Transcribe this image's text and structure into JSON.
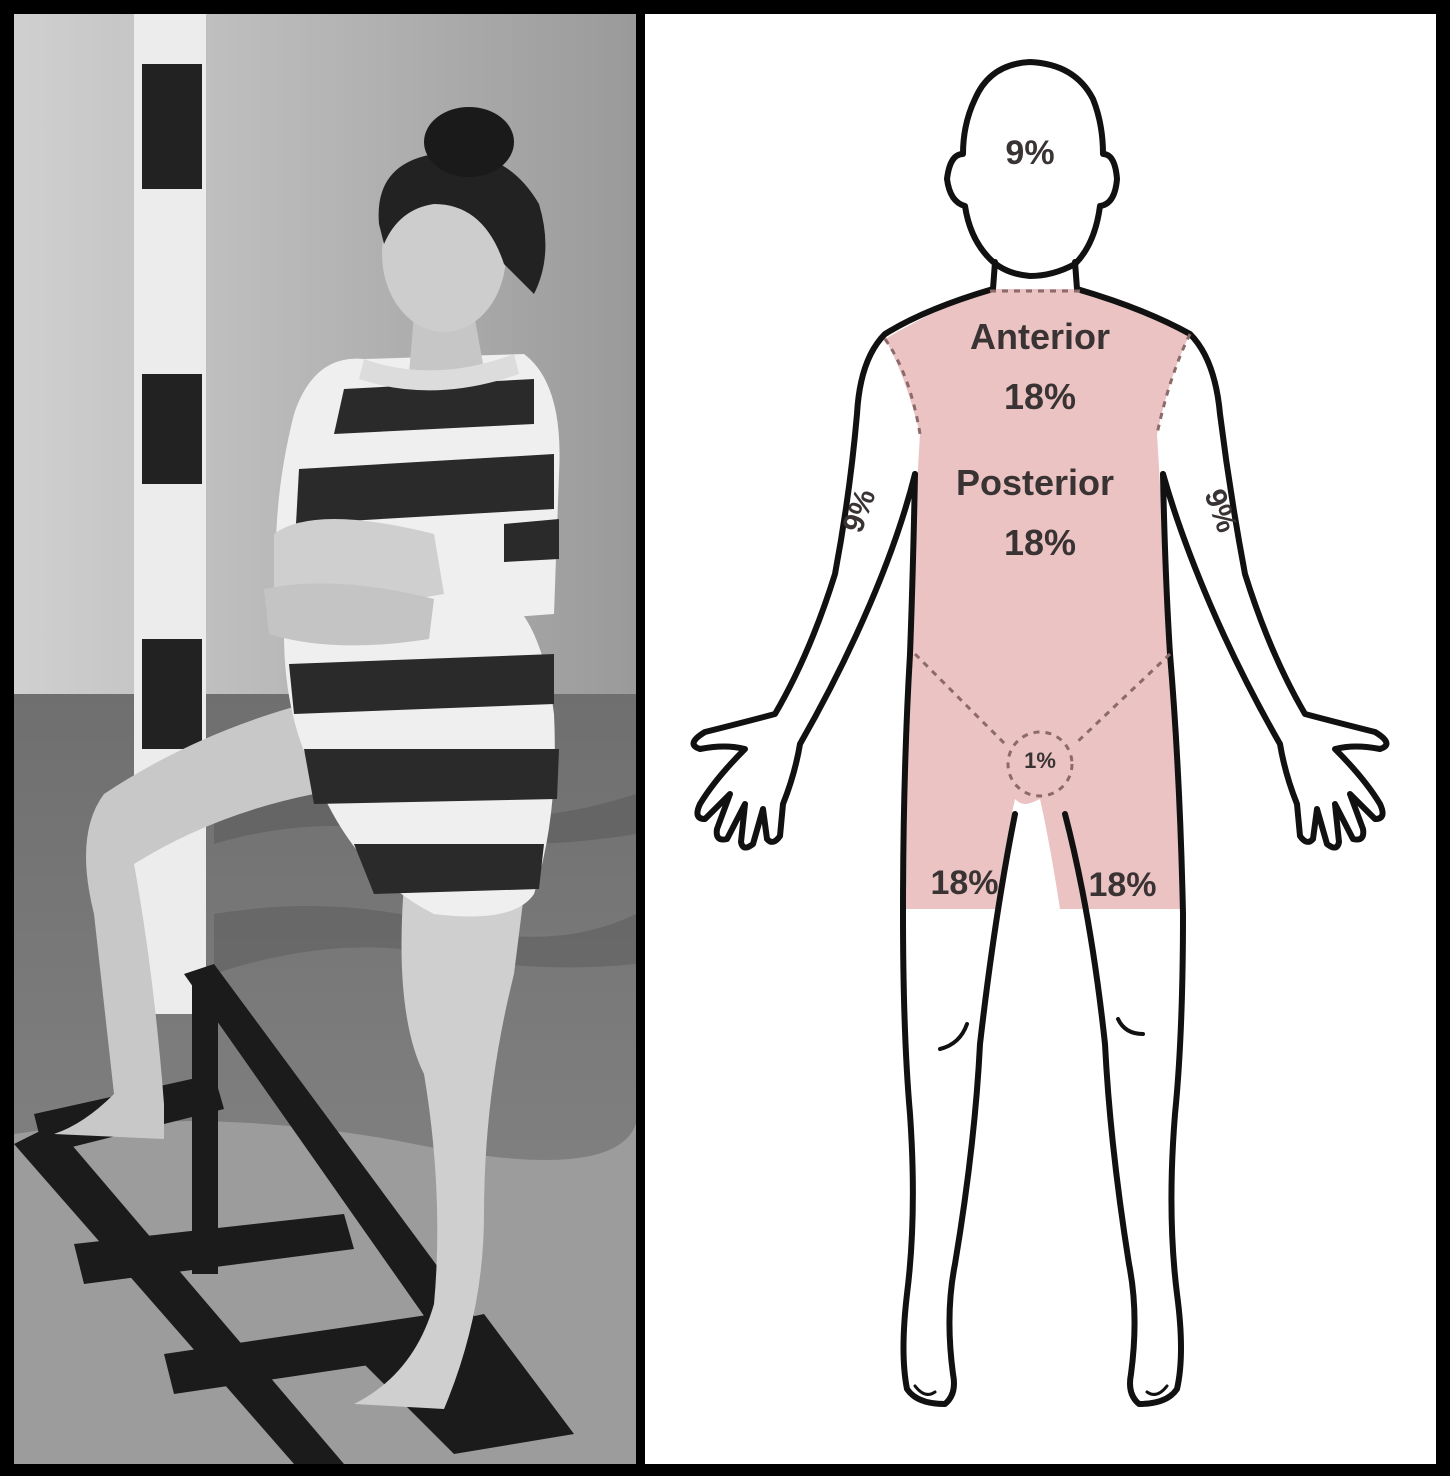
{
  "colors": {
    "frame": "#000000",
    "shaded_region": "#ebc3c3",
    "outline": "#111111",
    "label_text": "#3a3334"
  },
  "photo": {
    "subject": "vintage-photo-woman-striped-bathing-suit"
  },
  "diagram": {
    "regions": {
      "head": "9%",
      "trunk_anterior_title": "Anterior",
      "trunk_anterior_value": "18%",
      "trunk_posterior_title": "Posterior",
      "trunk_posterior_value": "18%",
      "arm_left": "9%",
      "arm_right": "9%",
      "genitalia": "1%",
      "leg_left": "18%",
      "leg_right": "18%"
    }
  }
}
